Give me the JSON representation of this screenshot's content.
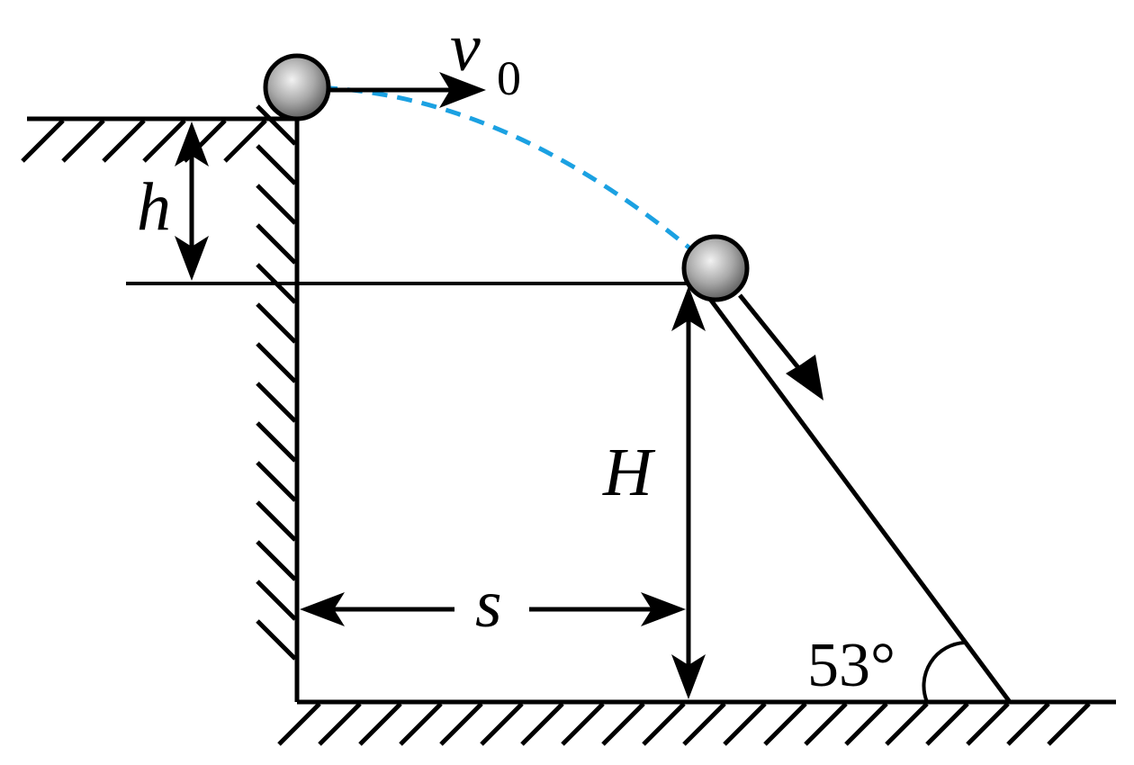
{
  "labels": {
    "velocity": "v",
    "velocity_subscript": "0",
    "drop_height": "h",
    "cliff_height": "H",
    "horizontal_distance": "s",
    "incline_angle": "53°"
  },
  "colors": {
    "lines": "#000000",
    "trajectory": "#1ba1e2",
    "ball_light": "#f2f2f2",
    "ball_dark": "#5a5a5a"
  }
}
